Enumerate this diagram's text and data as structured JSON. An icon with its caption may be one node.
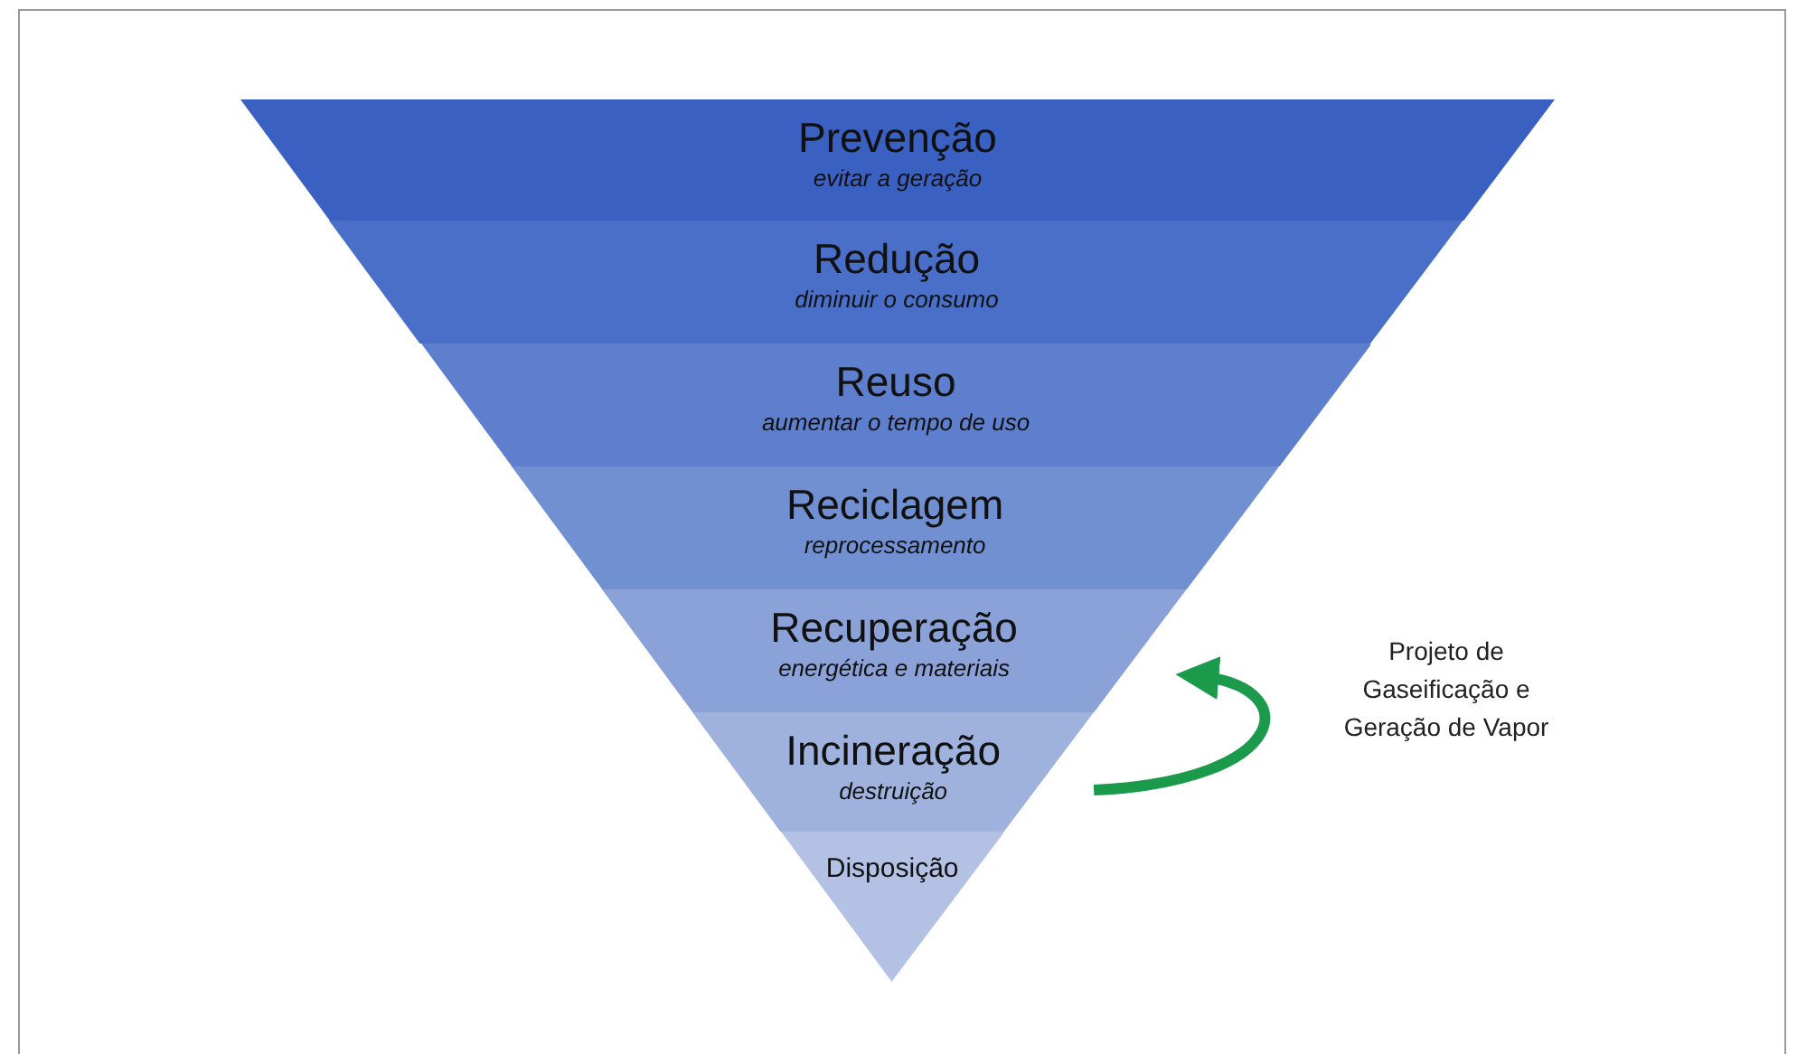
{
  "diagram": {
    "nodes": [
      {
        "text": [
          "Prevenção",
          "evitar a geração"
        ]
      },
      {
        "text": [
          "Redução",
          "diminuir o consumo"
        ]
      },
      {
        "text": [
          "Reuso",
          "aumentar o tempo de uso"
        ]
      },
      {
        "text": [
          "Reciclagem",
          "reprocessamento"
        ]
      },
      {
        "text": [
          "Recuperação",
          "energética e materiais"
        ]
      },
      {
        "text": [
          "Incineração",
          "destruição"
        ]
      },
      {
        "text": [
          "Disposição"
        ]
      }
    ],
    "edges": [
      {
        "from": 5,
        "to": 4,
        "arrow": "to",
        "color": "#1a9a4a"
      }
    ],
    "labels": [
      "Projeto de Gaseificação e Geração de Vapor"
    ]
  }
}
